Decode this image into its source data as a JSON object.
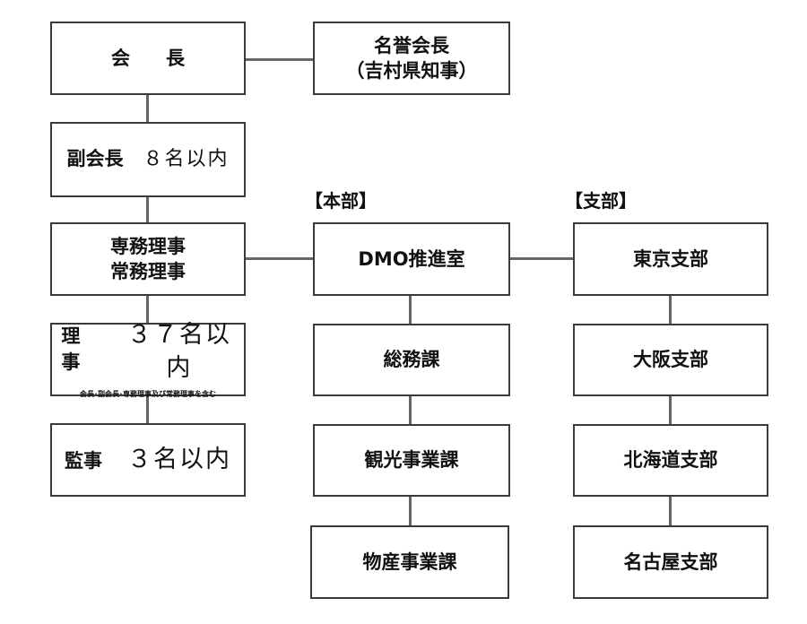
{
  "left": {
    "chairman": {
      "a": "会",
      "b": "長"
    },
    "vice_chairman": {
      "label": "副会長",
      "count": "８名以内"
    },
    "senior_directors": {
      "line1": "専務理事",
      "line2": "常務理事"
    },
    "directors": {
      "label": "理事",
      "count": "３７名以内",
      "note": "会長･副会長･専務理事及び常務理事を含む"
    },
    "auditors": {
      "label": "監事",
      "count": "３名以内"
    }
  },
  "honorary": {
    "line1": "名誉会長",
    "line2": "（吉村県知事）"
  },
  "headquarters": {
    "heading": "【本部】",
    "items": [
      "DMO推進室",
      "総務課",
      "観光事業課",
      "物産事業課"
    ]
  },
  "branches": {
    "heading": "【支部】",
    "items": [
      "東京支部",
      "大阪支部",
      "北海道支部",
      "名古屋支部"
    ]
  }
}
